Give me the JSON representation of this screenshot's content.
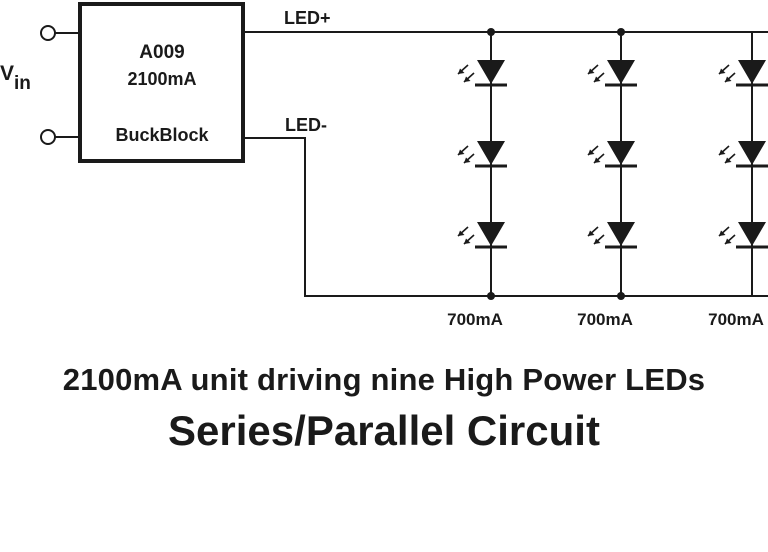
{
  "module": {
    "part_number": "A009",
    "current_rating": "2100mA",
    "name": "BuckBlock"
  },
  "terminals": {
    "vin_main": "V",
    "vin_sub": "in",
    "led_plus": "LED+",
    "led_minus": "LED-"
  },
  "led_array": {
    "columns": 3,
    "leds_per_column": 3,
    "column_currents": [
      "700mA",
      "700mA",
      "700mA"
    ]
  },
  "caption": {
    "line1": "2100mA unit driving nine High Power LEDs",
    "line2": "Series/Parallel Circuit"
  },
  "colors": {
    "ink": "#1a1a1a",
    "background": "#ffffff"
  }
}
